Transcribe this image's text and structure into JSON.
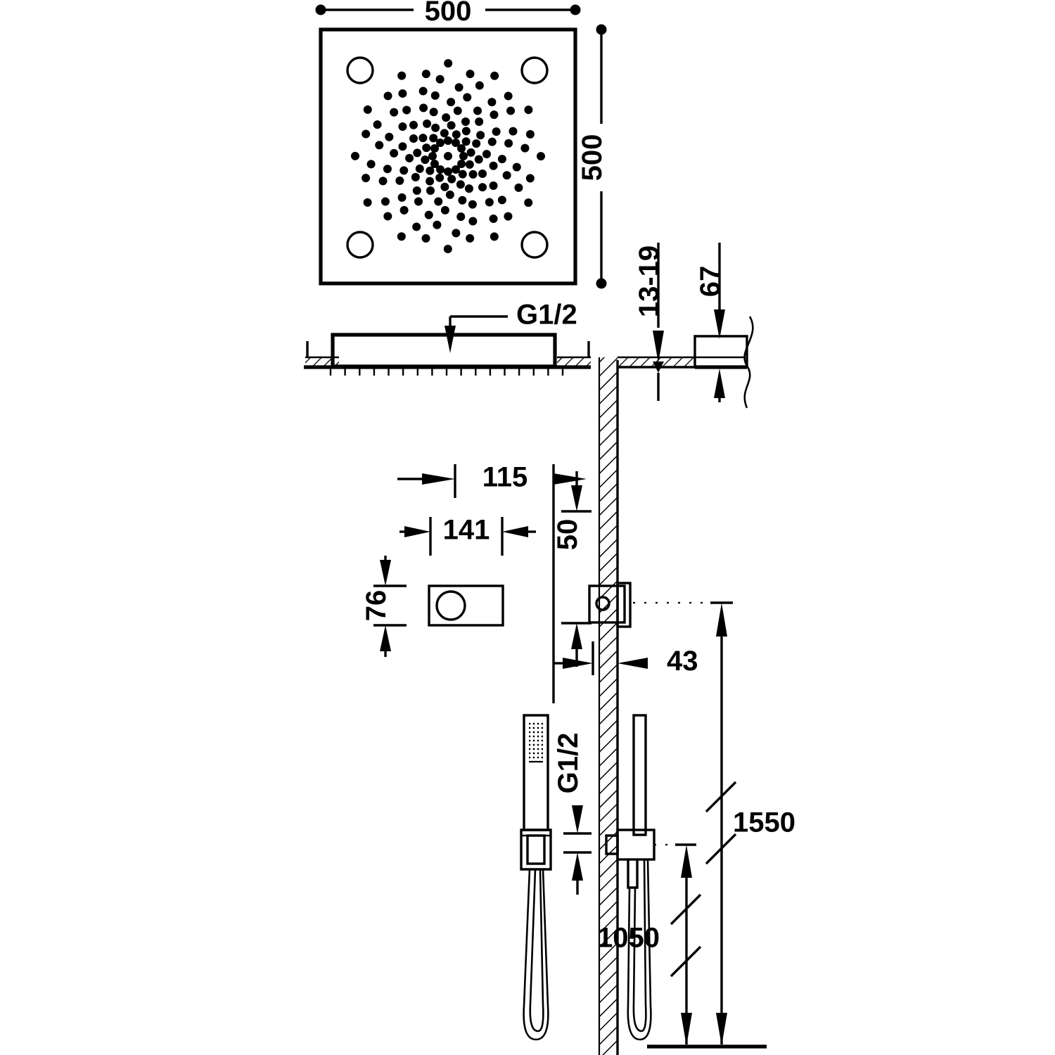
{
  "drawing": {
    "title": "Ceiling shower head installation drawing",
    "line_color": "#000000",
    "background_color": "#ffffff",
    "dimensions": {
      "plan_width": "500",
      "plan_height": "500",
      "head_connection": "G1/2",
      "ceiling_thickness": "13-19",
      "ceiling_box_depth": "67",
      "panel_offset_top": "115",
      "panel_width_dim": "141",
      "panel_height_dim": "76",
      "valve_offset": "50",
      "wall_projection": "43",
      "hand_shower_connection": "G1/2",
      "upper_outlet_height": "1550",
      "lower_outlet_height": "1050"
    },
    "labels": [
      {
        "id": "plan-width",
        "value": "500"
      },
      {
        "id": "plan-height",
        "value": "500"
      },
      {
        "id": "head-thread",
        "value": "G1/2"
      },
      {
        "id": "ceiling-thickness",
        "value": "13-19"
      },
      {
        "id": "ceiling-depth",
        "value": "67"
      },
      {
        "id": "panel-top-offset",
        "value": "115"
      },
      {
        "id": "panel-width",
        "value": "141"
      },
      {
        "id": "panel-height",
        "value": "76"
      },
      {
        "id": "valve-offset",
        "value": "50"
      },
      {
        "id": "wall-projection",
        "value": "43"
      },
      {
        "id": "hose-thread",
        "value": "G1/2"
      },
      {
        "id": "upper-height",
        "value": "1550"
      },
      {
        "id": "lower-height",
        "value": "1050"
      }
    ]
  }
}
